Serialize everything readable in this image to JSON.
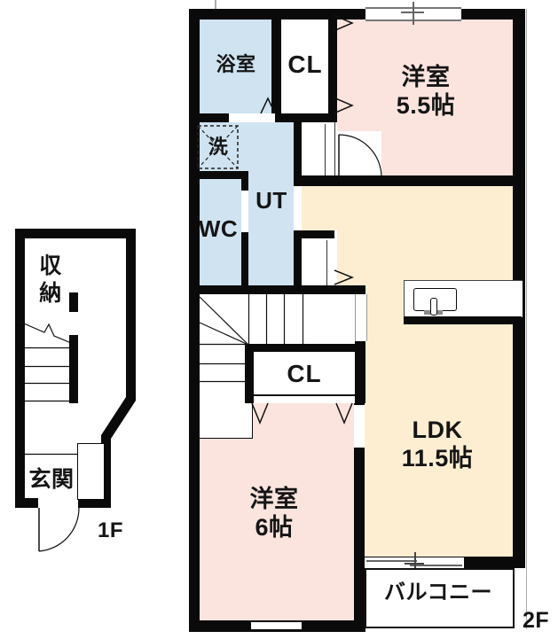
{
  "title": "apartment floor plan",
  "colors": {
    "wall": "#0a0a0a",
    "wet_area_blue": "#cfe3f1",
    "bedroom_pink": "#fbe4de",
    "ldk_cream": "#fdeed2",
    "window_gray": "#777777"
  },
  "floor1": {
    "floor_label": "1F",
    "storage_label": "収納",
    "storage_char1": "収",
    "storage_char2": "納",
    "entrance_label": "玄関"
  },
  "floor2": {
    "floor_label": "2F",
    "bathroom_label": "浴室",
    "closet_top_label": "CL",
    "bedroom1_name": "洋室",
    "bedroom1_size": "5.5帖",
    "washer_label": "洗",
    "utility_label": "UT",
    "toilet_label": "WC",
    "closet_mid_label": "CL",
    "ldk_name": "LDK",
    "ldk_size": "11.5帖",
    "bedroom2_name": "洋室",
    "bedroom2_size": "6帖",
    "balcony_label": "バルコニー"
  }
}
